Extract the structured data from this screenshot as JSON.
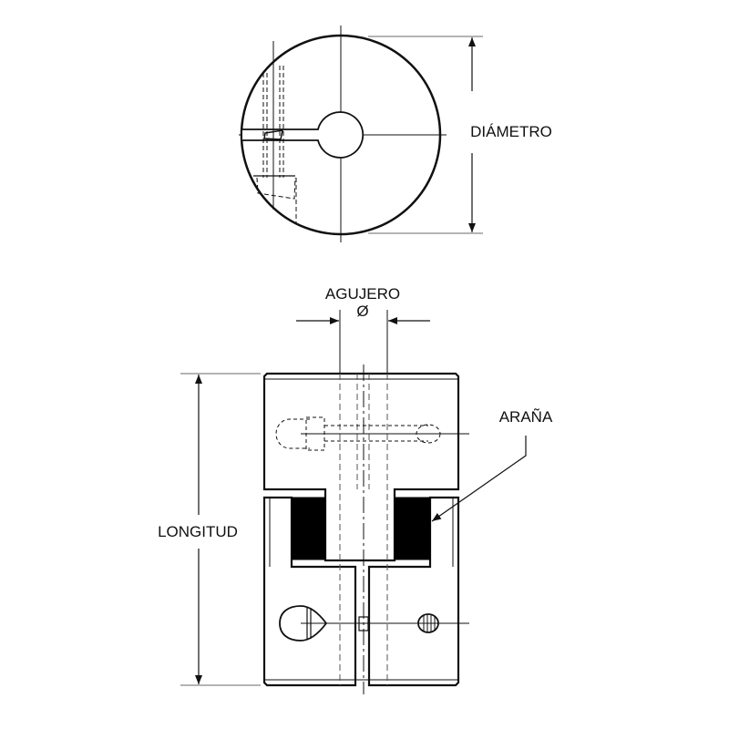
{
  "labels": {
    "diameter": "DIÁMETRO",
    "bore": "AGUJERO",
    "bore_symbol": "Ø",
    "length": "LONGITUD",
    "spider": "ARAÑA"
  },
  "colors": {
    "line": "#111111",
    "thin": "#444444",
    "background": "#ffffff"
  }
}
